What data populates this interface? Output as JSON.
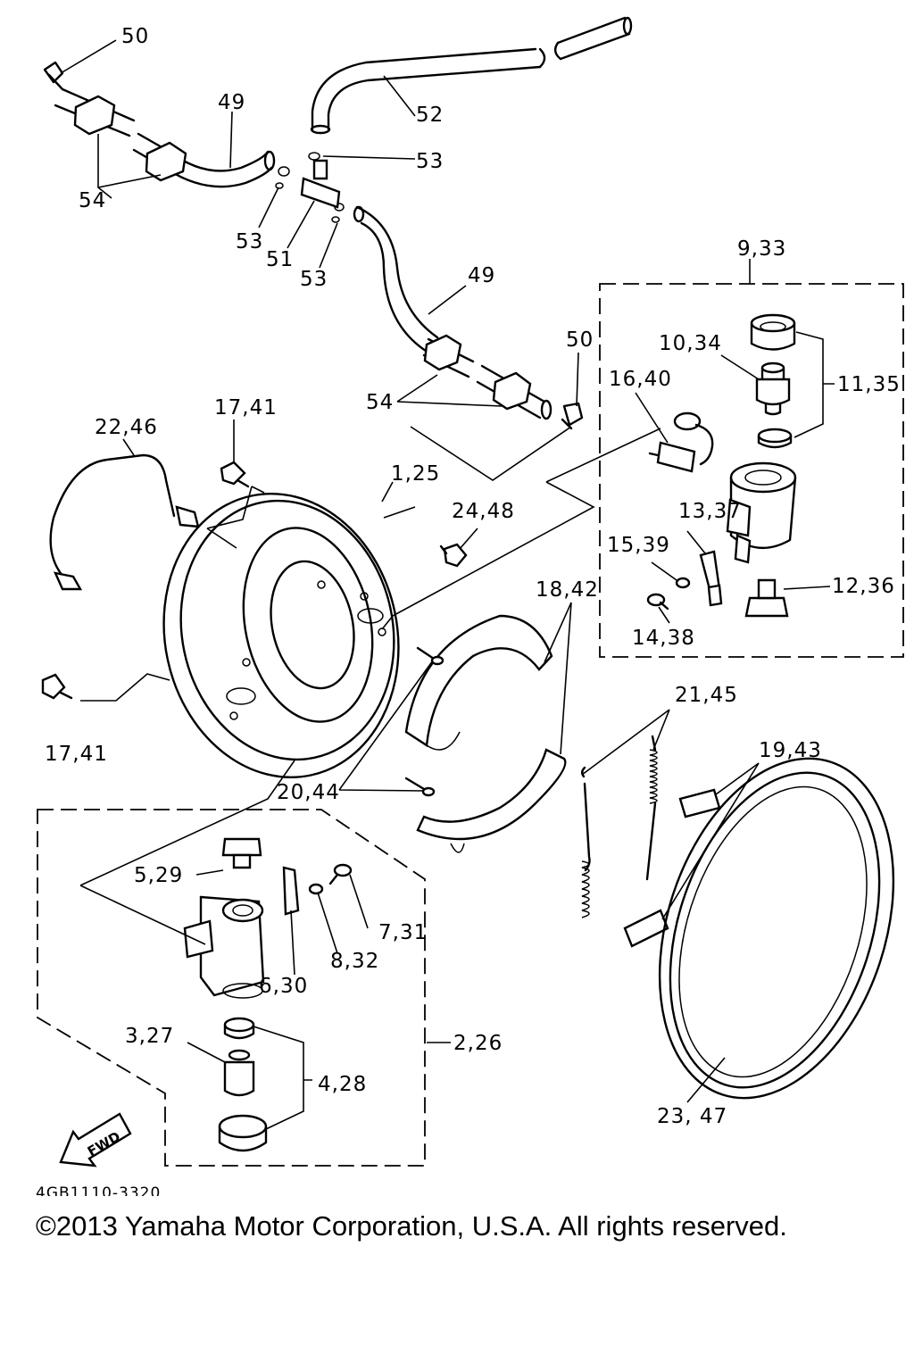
{
  "diagram_code": "4GB1110-3320",
  "copyright": "©2013 Yamaha Motor Corporation, U.S.A. All rights reserved.",
  "fwd_label": "FWD",
  "callouts": {
    "c50a": "50",
    "c49a": "49",
    "c54a": "54",
    "c52": "52",
    "c53a": "53",
    "c53b": "53",
    "c51": "51",
    "c53c": "53",
    "c49b": "49",
    "c933": "9,33",
    "c50b": "50",
    "c1034": "10,34",
    "c1135": "11,35",
    "c1640": "16,40",
    "c54b": "54",
    "c1741a": "17,41",
    "c2246": "22,46",
    "c125": "1,25",
    "c2448": "24,48",
    "c1337": "13,37",
    "c1539": "15,39",
    "c1236": "12,36",
    "c1842": "18,42",
    "c1438": "14,38",
    "c1741b": "17,41",
    "c2145": "21,45",
    "c1943": "19,43",
    "c2044": "20,44",
    "c529": "5,29",
    "c731": "7,31",
    "c832": "8,32",
    "c630": "6,30",
    "c327": "3,27",
    "c226": "2,26",
    "c428": "4,28",
    "c2347": "23, 47"
  }
}
